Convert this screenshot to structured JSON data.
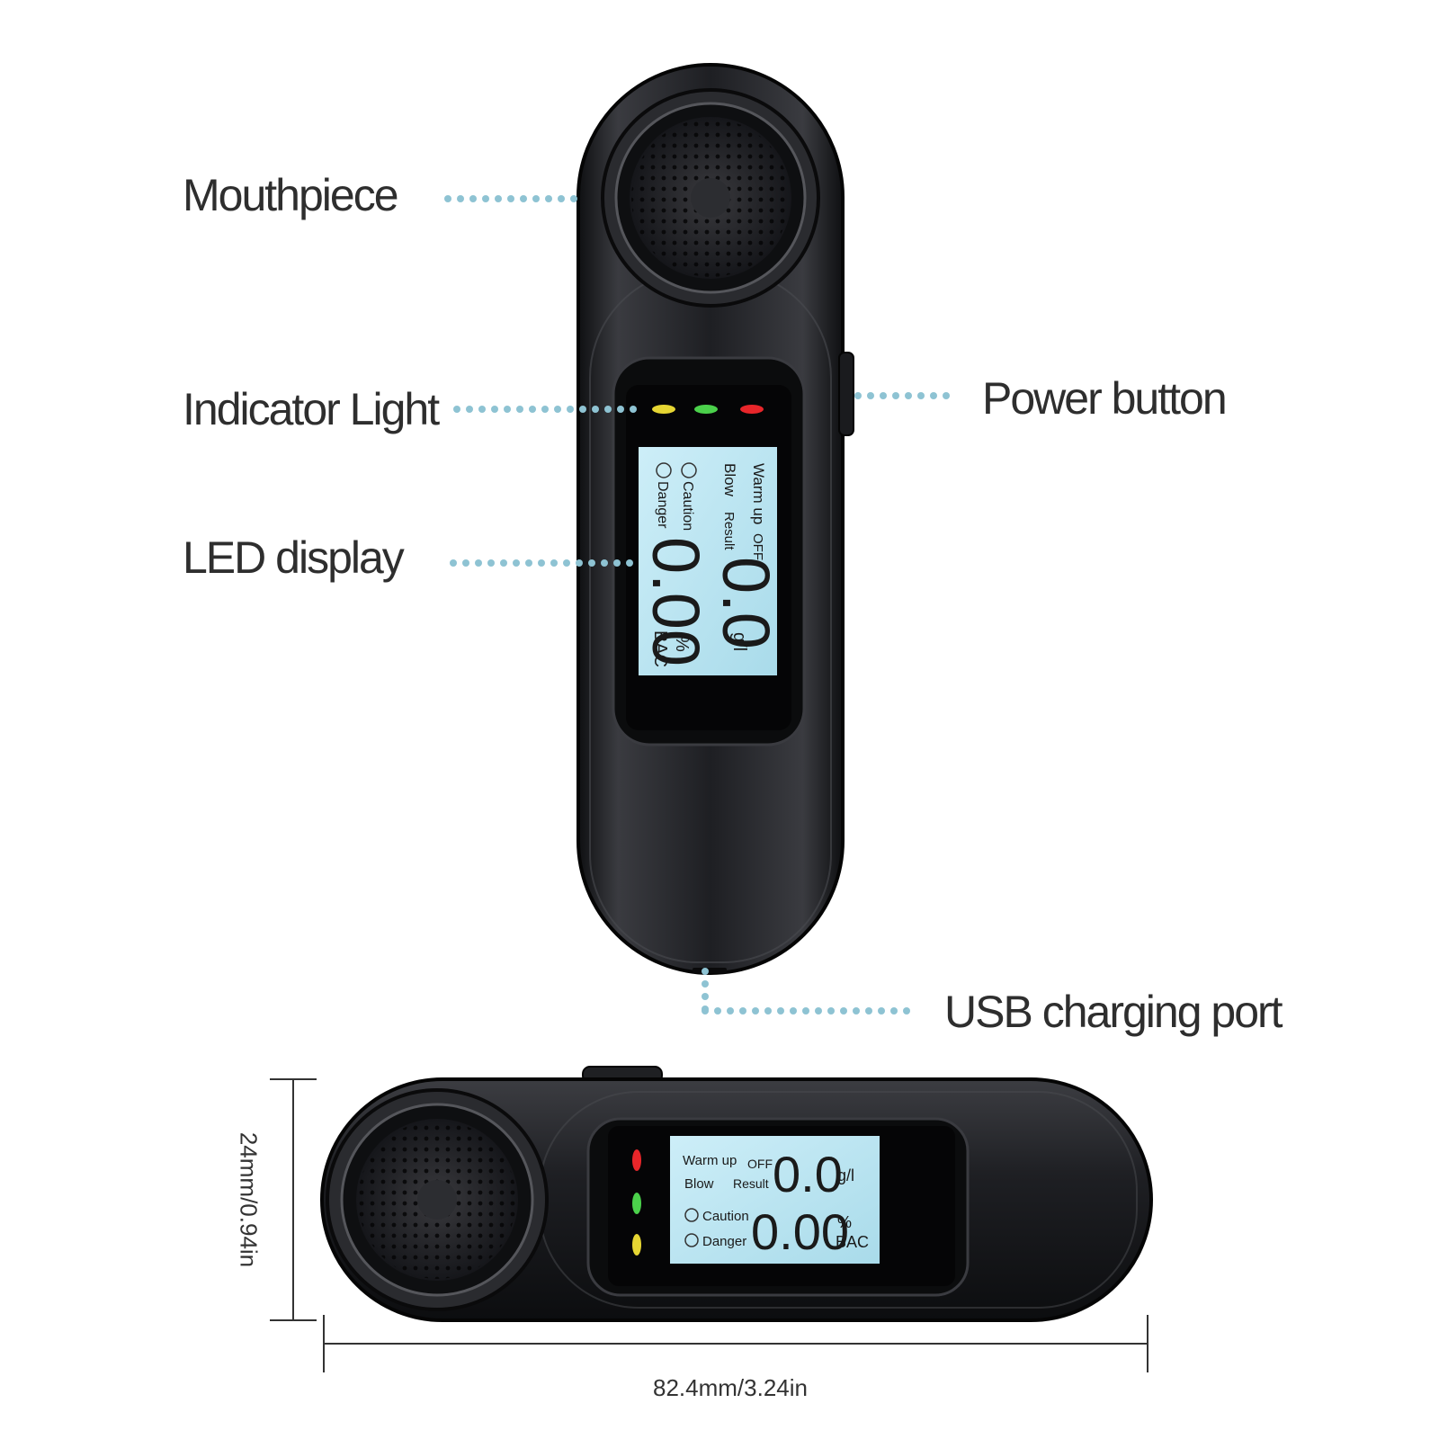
{
  "callouts": {
    "mouthpiece": "Mouthpiece",
    "indicator_light": "Indicator Light",
    "led_display": "LED display",
    "power_button": "Power button",
    "usb_port": "USB charging port"
  },
  "lcd": {
    "warm_up": "Warm up",
    "off": "OFF",
    "blow": "Blow",
    "result": "Result",
    "caution": "Caution",
    "danger": "Danger",
    "reading_gl": "0.0",
    "unit_gl": "g/l",
    "reading_bac": "0.00",
    "unit_pct": "%",
    "unit_bac": "BAC"
  },
  "dimensions": {
    "height": "24mm/0.94in",
    "width": "82.4mm/3.24in"
  },
  "colors": {
    "dot_line": "#8ec3d3",
    "lcd_bg": "#bfe6f2",
    "body": "#1c1d20",
    "light_yellow": "#e6d633",
    "light_green": "#4bd14b",
    "light_red": "#e8262a"
  }
}
